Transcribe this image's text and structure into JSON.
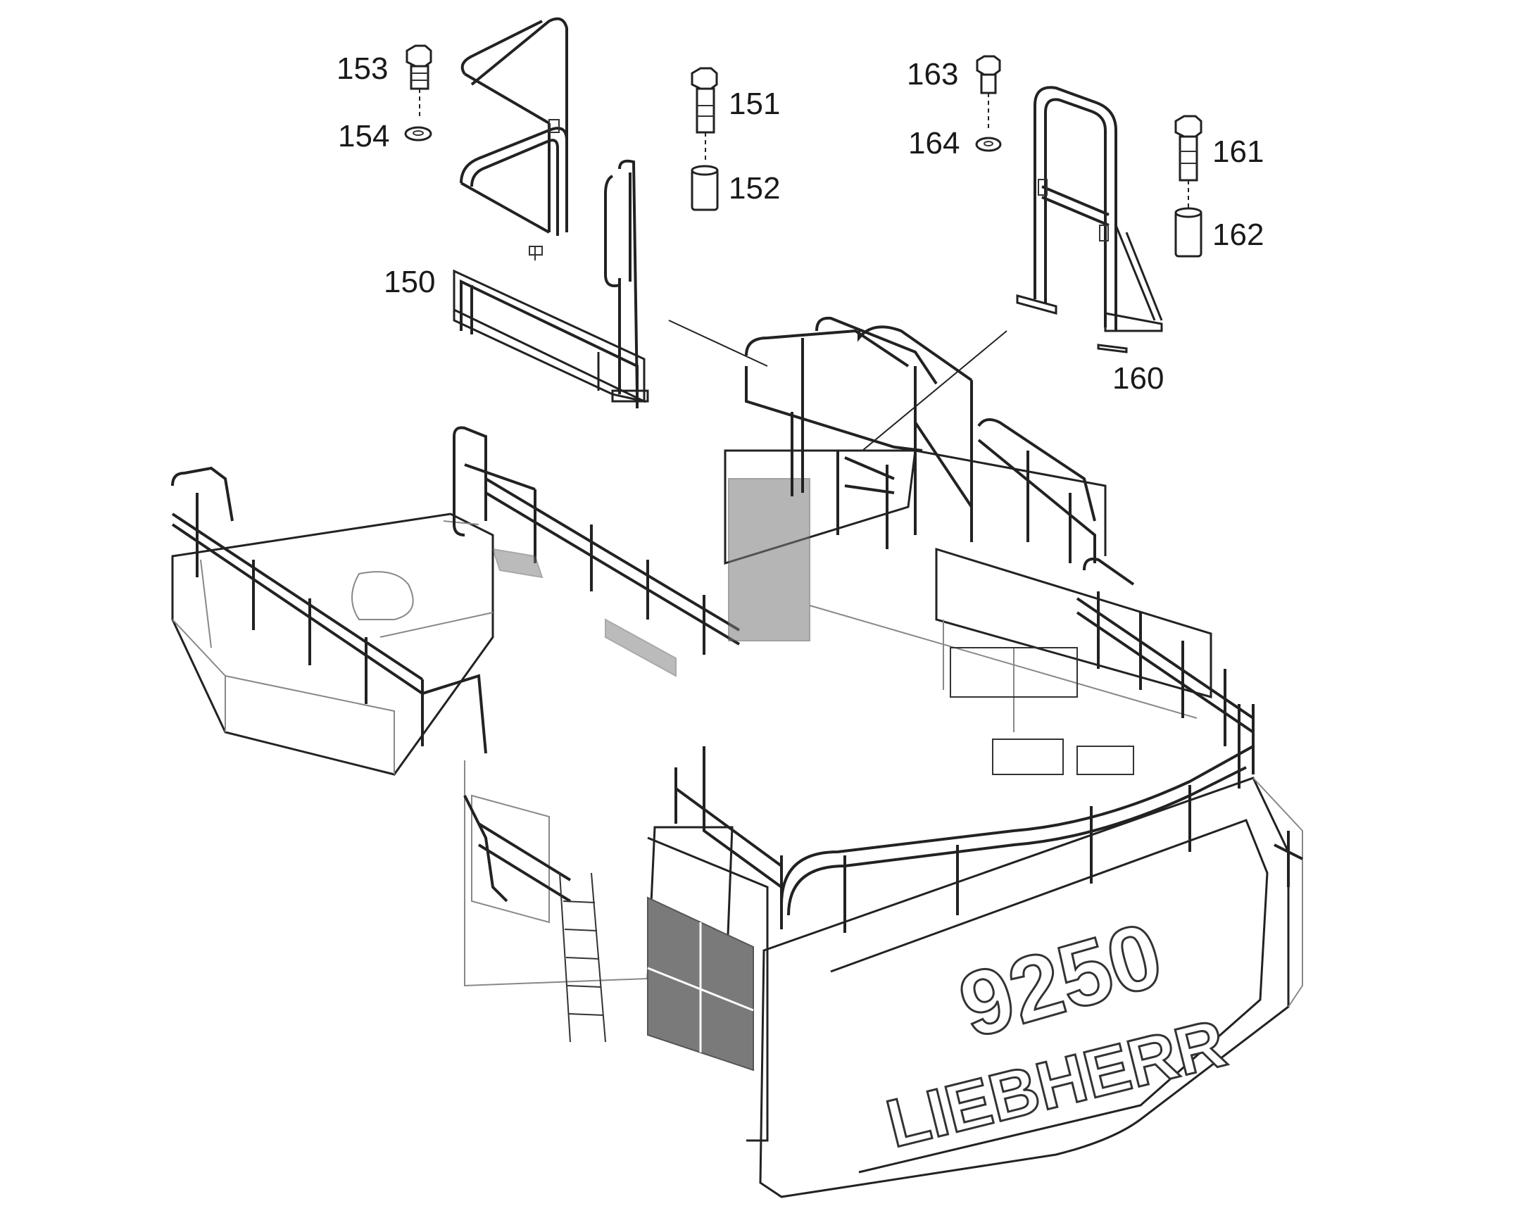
{
  "callouts": [
    {
      "id": "c150",
      "label": "150"
    },
    {
      "id": "c151",
      "label": "151"
    },
    {
      "id": "c152",
      "label": "152"
    },
    {
      "id": "c153",
      "label": "153"
    },
    {
      "id": "c154",
      "label": "154"
    },
    {
      "id": "c160",
      "label": "160"
    },
    {
      "id": "c161",
      "label": "161"
    },
    {
      "id": "c162",
      "label": "162"
    },
    {
      "id": "c163",
      "label": "163"
    },
    {
      "id": "c164",
      "label": "164"
    }
  ],
  "machine": {
    "model": "9250",
    "brand": "LIEBHERR"
  },
  "colors": {
    "line": "#222222",
    "grille": "#7a7a7a",
    "background": "#ffffff"
  }
}
